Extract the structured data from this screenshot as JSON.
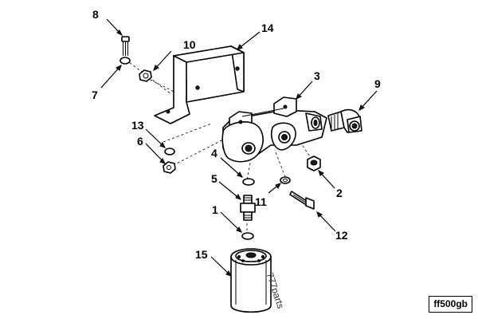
{
  "diagram": {
    "callouts": [
      "8",
      "14",
      "10",
      "7",
      "3",
      "9",
      "13",
      "6",
      "4",
      "5",
      "11",
      "2",
      "1",
      "12",
      "15"
    ],
    "watermark": "777parts",
    "figure_code": "ff500gb"
  }
}
